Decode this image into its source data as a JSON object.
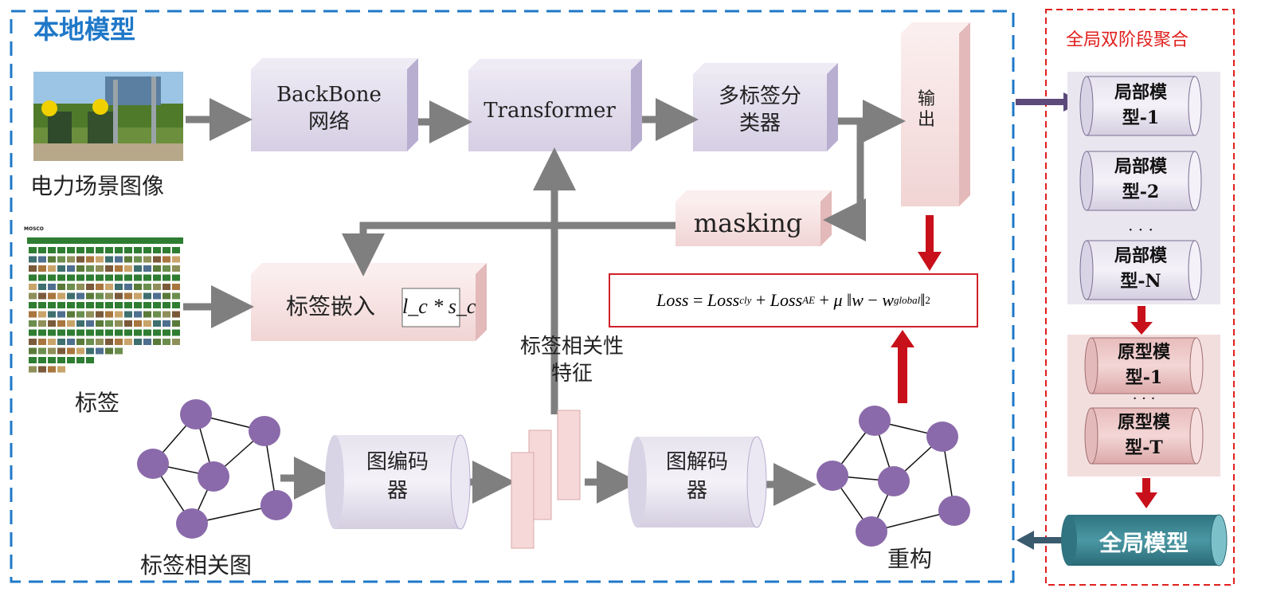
{
  "local_model": {
    "title": "本地模型",
    "input_image_label": "电力场景图像",
    "labels_image_label": "标签",
    "labels_thumbnail_caption": "MOSCO",
    "backbone_label_line1": "BackBone",
    "backbone_label_line2": "网络",
    "transformer_label": "Transformer",
    "classifier_label_line1": "多标签分",
    "classifier_label_line2": "类器",
    "output_label": "输出",
    "masking_label": "masking",
    "embedding_label": "标签嵌入",
    "embedding_formula": "l_c * s_c",
    "correlation_feature_line1": "标签相关性",
    "correlation_feature_line2": "特征",
    "graph_label": "标签相关图",
    "graph_encoder_line1": "图编码",
    "graph_encoder_line2": "器",
    "graph_decoder_line1": "图解码",
    "graph_decoder_line2": "器",
    "reconstruct_label": "重构",
    "loss_formula": {
      "lhs": "Loss",
      "term1": "Loss",
      "term1_sub": "cly",
      "term2": "Loss",
      "term2_sub": "AE",
      "mu": "μ",
      "norm_w": "w",
      "norm_wg": "w",
      "norm_wg_sub": "global",
      "power": "2"
    }
  },
  "global_aggregation": {
    "title": "全局双阶段聚合",
    "local_models": [
      {
        "line1": "局部模",
        "line2": "型-1"
      },
      {
        "line1": "局部模",
        "line2": "型-2"
      },
      {
        "line1": "局部模",
        "line2": "型-N"
      }
    ],
    "local_dots": "· · ·",
    "prototype_models": [
      {
        "line1": "原型模",
        "line2": "型-1"
      },
      {
        "line1": "原型模",
        "line2": "型-T"
      }
    ],
    "prototype_dots": "· · ·",
    "global_model": "全局模型"
  },
  "colors": {
    "local_border": "#1f78c8",
    "global_border": "#e0201e",
    "lavender_box": "#d9d3e6",
    "pink_box": "#f4dcdc",
    "node": "#8a6aaa",
    "gray_arrow": "#7f7f7f",
    "red_arrow": "#c8101a",
    "teal_cylinder": "#3d8a96",
    "navy_arrow": "#3a5a6e",
    "purple_arrow": "#5b4a7a"
  }
}
